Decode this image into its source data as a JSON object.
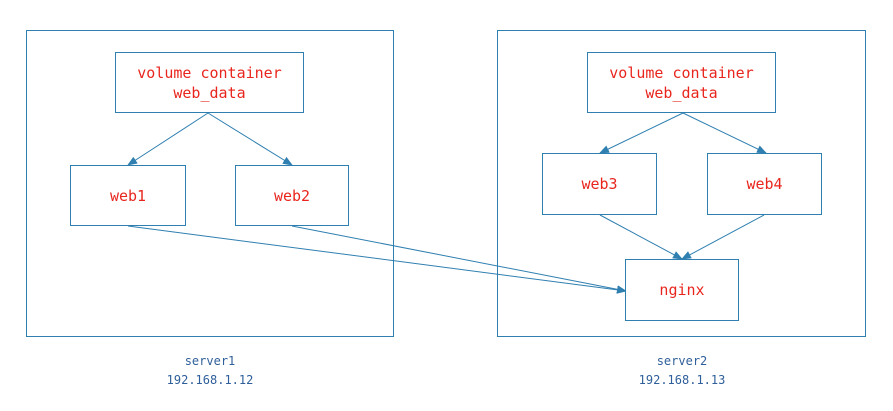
{
  "colors": {
    "border": "#2f7fb0",
    "node_text": "#e8261e",
    "caption_text": "#2f5f9a",
    "arrow": "#2f7fb0"
  },
  "server1": {
    "name": "server1",
    "ip": "192.168.1.12",
    "volume": {
      "line1": "volume container",
      "line2": "web_data"
    },
    "web1": "web1",
    "web2": "web2"
  },
  "server2": {
    "name": "server2",
    "ip": "192.168.1.13",
    "volume": {
      "line1": "volume container",
      "line2": "web_data"
    },
    "web3": "web3",
    "web4": "web4",
    "nginx": "nginx"
  },
  "edges": [
    {
      "from": "server1-volume",
      "to": "web1"
    },
    {
      "from": "server1-volume",
      "to": "web2"
    },
    {
      "from": "server2-volume",
      "to": "web3"
    },
    {
      "from": "server2-volume",
      "to": "web4"
    },
    {
      "from": "web3",
      "to": "nginx"
    },
    {
      "from": "web4",
      "to": "nginx"
    },
    {
      "from": "web1",
      "to": "nginx"
    },
    {
      "from": "web2",
      "to": "nginx"
    }
  ]
}
